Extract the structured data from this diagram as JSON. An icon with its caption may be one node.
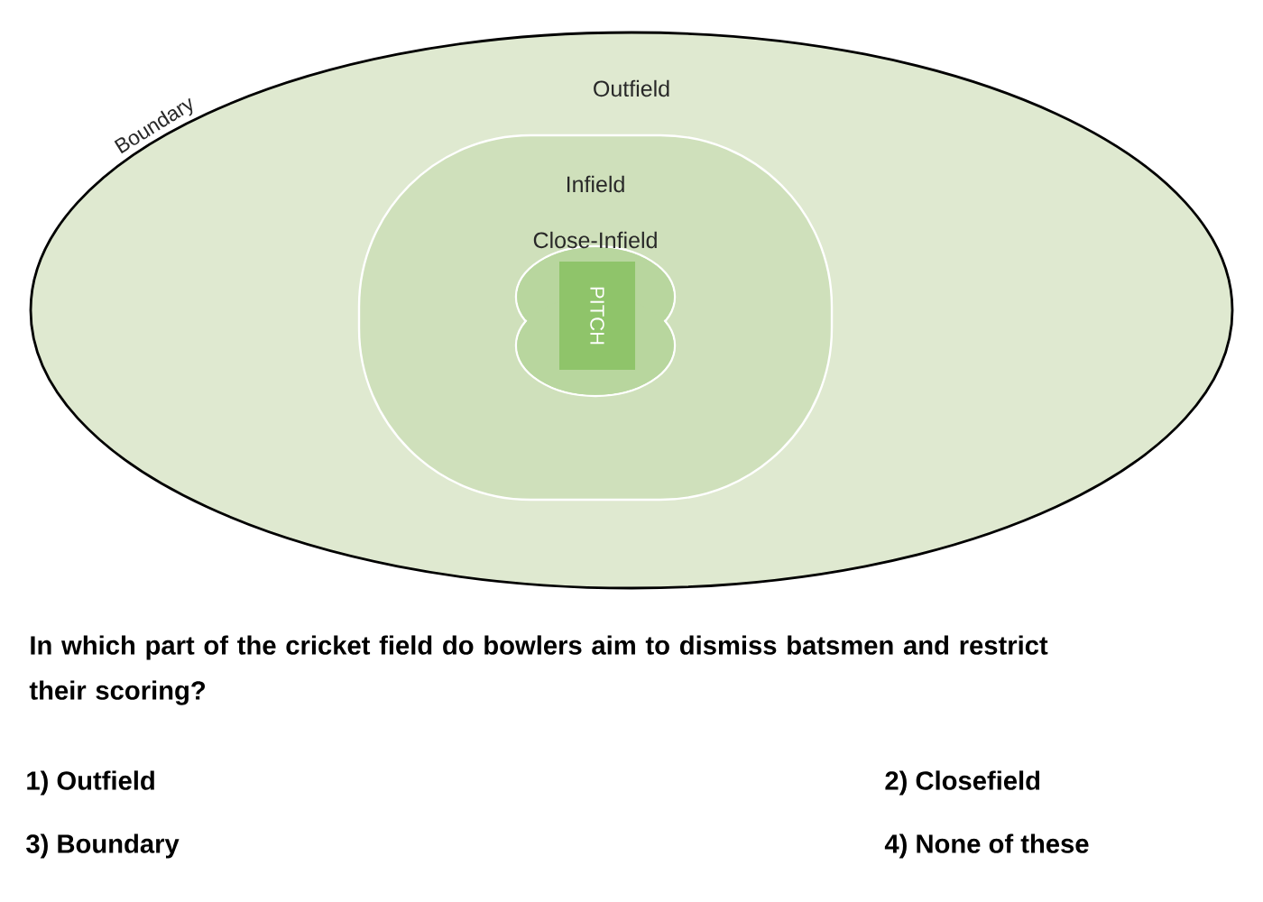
{
  "diagram": {
    "nodes": [
      {
        "text": [
          "Outfield"
        ]
      },
      {
        "text": [
          "Infield"
        ],
        "in": 0
      },
      {
        "text": [
          "Close-Infield"
        ],
        "in": 1
      },
      {
        "text": [
          "PITCH"
        ],
        "in": 2
      }
    ],
    "labels": [
      "Boundary",
      "In which part of the cricket field do bowlers aim to dismiss batsmen and restrict their scoring?",
      "1) Outfield",
      "2) Closefield",
      "3) Boundary",
      "4) None of these"
    ]
  }
}
